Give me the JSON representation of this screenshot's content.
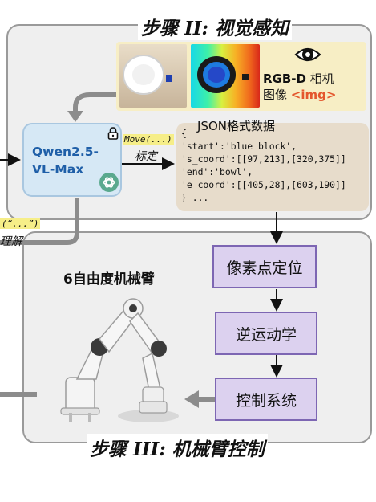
{
  "step2_title": "步骤 II: 视觉感知",
  "step3_title": "步骤 III: 机械臂控制",
  "image_caption": {
    "rgbd": "RGB-D",
    "line1_suffix": "相机",
    "line2": "图像",
    "img_tag": "<img>"
  },
  "model_name": "Qwen2.5-\nVL-Max",
  "move_tag": "Move(...)",
  "calibrate_label": "标定",
  "left_tag": "(“...”)",
  "left_label": "理解",
  "json_title": "JSON格式数据",
  "json_lines": [
    "{",
    "'start':'blue block',",
    "'s_coord':[[97,213],[320,375]]",
    "'end':'bowl',",
    "'e_coord':[[405,28],[603,190]]",
    "} ..."
  ],
  "robot_title": "6自由度机械臂",
  "steps": [
    "像素点定位",
    "逆运动学",
    "控制系统"
  ],
  "colors": {
    "panel_bg": "#efefef",
    "model_fill": "#d6e8f5",
    "model_text": "#1f5fa8",
    "json_bg": "#e7dccb",
    "step_fill": "#dcd1ef",
    "step_border": "#7d66b3",
    "tag_bg": "#f6ee88",
    "img_tag": "#e4572e"
  }
}
